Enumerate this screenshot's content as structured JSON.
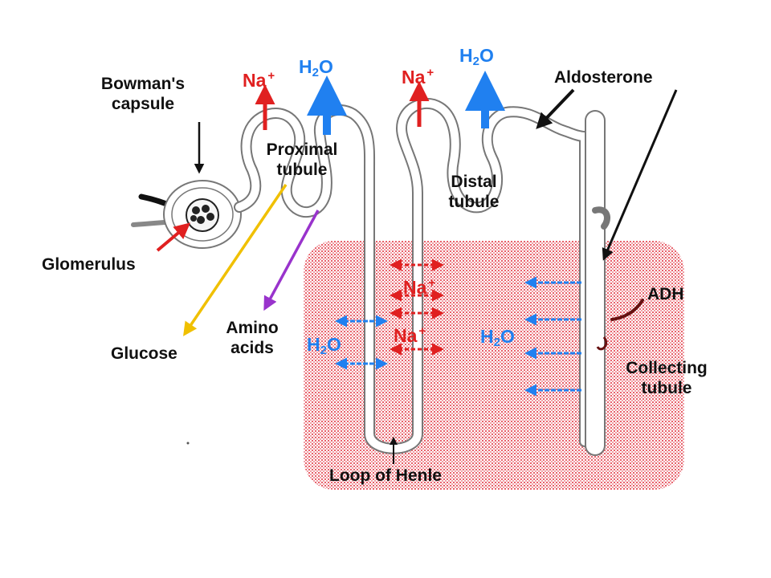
{
  "colors": {
    "sodium": "#e02020",
    "water": "#2080f0",
    "glucose": "#f0c000",
    "amino": "#9933cc",
    "medulla_dot": "#e8606a",
    "tubule": "#777777",
    "label": "#111111",
    "adh": "#661111"
  },
  "labels": {
    "bowmans": "Bowman's",
    "capsule": "capsule",
    "glomerulus": "Glomerulus",
    "proximal": "Proximal",
    "proximal_tubule": "tubule",
    "distal": "Distal",
    "distal_tubule": "tubule",
    "aldosterone": "Aldosterone",
    "glucose": "Glucose",
    "amino": "Amino",
    "acids": "acids",
    "loop": "Loop of Henle",
    "adh": "ADH",
    "collecting": "Collecting",
    "collecting_tubule": "tubule"
  },
  "ions": {
    "na": "Na",
    "plus": "+",
    "h": "H",
    "two": "2",
    "o": "O"
  }
}
